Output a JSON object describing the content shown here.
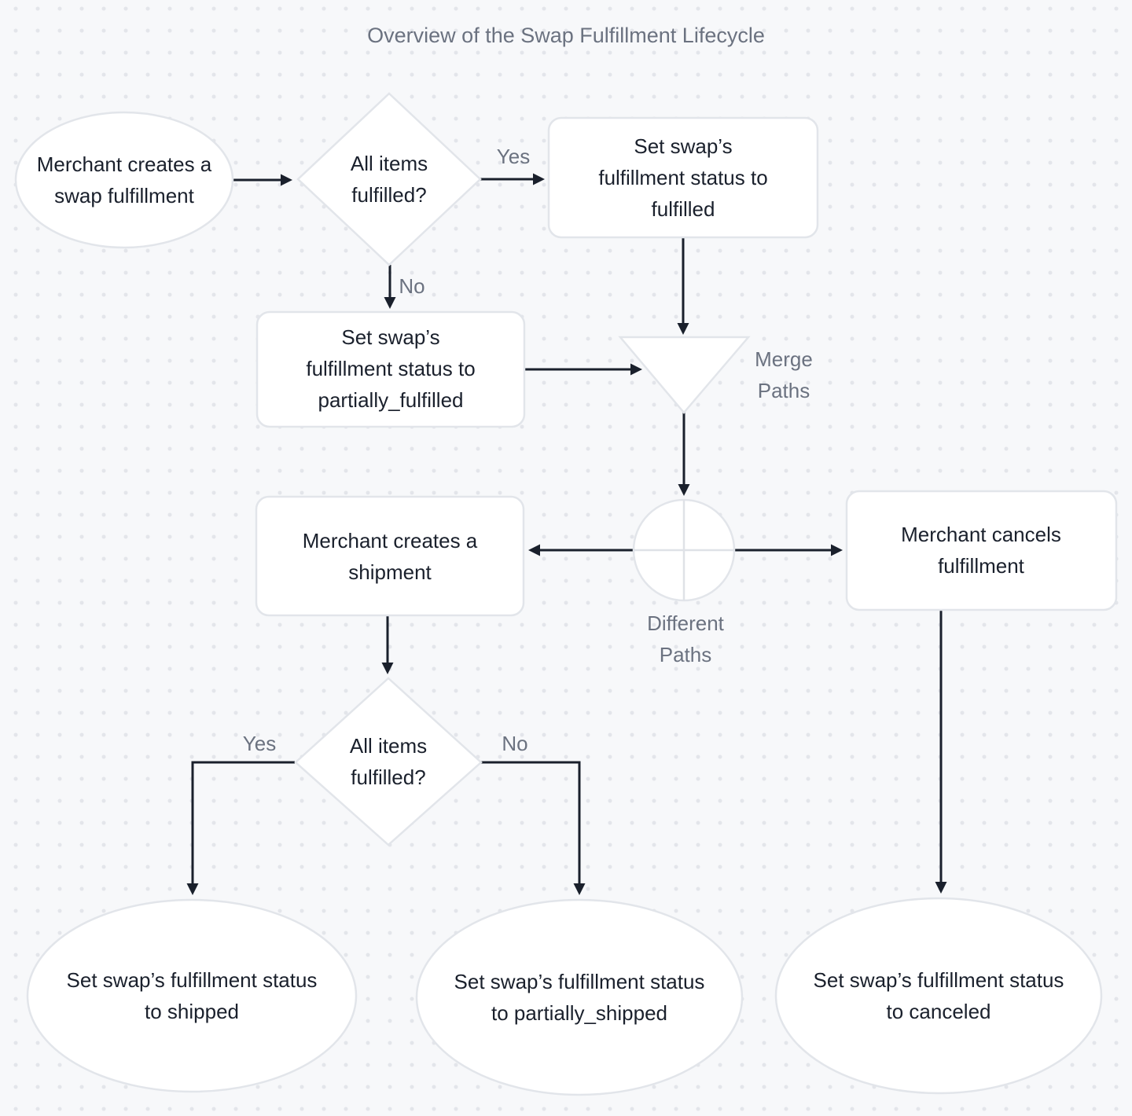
{
  "title": "Overview of the Swap Fulfillment Lifecycle",
  "colors": {
    "background": "#f7f8fa",
    "grid_dot": "#e3e5ea",
    "node_fill": "#ffffff",
    "node_border": "#e2e5ea",
    "node_text": "#1a202c",
    "muted_text": "#6b7280",
    "edge": "#1a202c"
  },
  "nodes": {
    "start": {
      "shape": "ellipse",
      "lines": [
        "Merchant creates a",
        "swap fulfillment"
      ]
    },
    "decision1": {
      "shape": "diamond",
      "lines": [
        "All items",
        "fulfilled?"
      ]
    },
    "set_fulfilled": {
      "shape": "rect",
      "lines": [
        "Set swap’s",
        "fulfillment status to",
        "fulfilled"
      ]
    },
    "set_partially_fulfilled": {
      "shape": "rect",
      "lines": [
        "Set swap’s",
        "fulfillment status to",
        "partially_fulfilled"
      ]
    },
    "merge": {
      "shape": "triangle",
      "label_lines": [
        "Merge",
        "Paths"
      ]
    },
    "junction": {
      "shape": "circle-cross",
      "label_lines": [
        "Different",
        "Paths"
      ]
    },
    "create_shipment": {
      "shape": "rect",
      "lines": [
        "Merchant creates a",
        "shipment"
      ]
    },
    "cancel_fulfillment": {
      "shape": "rect",
      "lines": [
        "Merchant cancels",
        "fulfillment"
      ]
    },
    "decision2": {
      "shape": "diamond",
      "lines": [
        "All items",
        "fulfilled?"
      ]
    },
    "set_shipped": {
      "shape": "ellipse",
      "lines": [
        "Set swap’s fulfillment status",
        "to shipped"
      ]
    },
    "set_partially_shipped": {
      "shape": "ellipse",
      "lines": [
        "Set swap’s fulfillment status",
        "to partially_shipped"
      ]
    },
    "set_canceled": {
      "shape": "ellipse",
      "lines": [
        "Set swap’s fulfillment status",
        "to canceled"
      ]
    }
  },
  "edge_labels": {
    "yes1": "Yes",
    "no1": "No",
    "yes2": "Yes",
    "no2": "No"
  }
}
